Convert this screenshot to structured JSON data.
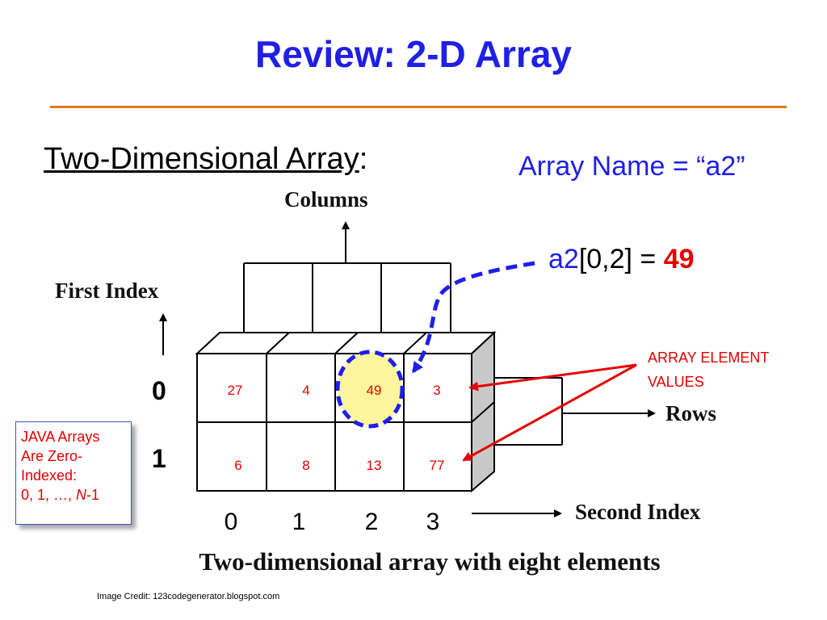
{
  "slide": {
    "title": "Review: 2-D Array",
    "subtitle": "Two-Dimensional Array",
    "subtitle_colon": ":",
    "array_name": "Array Name = “a2”",
    "expr_name": "a2",
    "expr_index": "[0,2] = ",
    "expr_value": "49"
  },
  "diagram": {
    "columns_label": "Columns",
    "first_index_label": "First Index",
    "rows_label": "Rows",
    "second_index_label": "Second Index",
    "caption": "Two-dimensional array with eight elements",
    "row_indices": [
      "0",
      "1"
    ],
    "col_indices": [
      "0",
      "1",
      "2",
      "3"
    ],
    "values": [
      [
        "27",
        "4",
        "49",
        "3"
      ],
      [
        "6",
        "8",
        "13",
        "77"
      ]
    ],
    "element_values_label": [
      "ARRAY ELEMENT",
      "VALUES"
    ]
  },
  "note": {
    "line1": "JAVA Arrays",
    "line2": "Are Zero-",
    "line3": "Indexed:",
    "line4_prefix": "0, 1, …, ",
    "line4_n": "N",
    "line4_suffix": "-1"
  },
  "credit": "Image Credit:  123codegenerator.blogspot.com",
  "colors": {
    "title_blue": "#1f1fe8",
    "rule_orange": "#e07b1a",
    "value_red": "#e60000",
    "highlight_yellow": "#fff59d",
    "side_gray": "#c8c8c8"
  }
}
